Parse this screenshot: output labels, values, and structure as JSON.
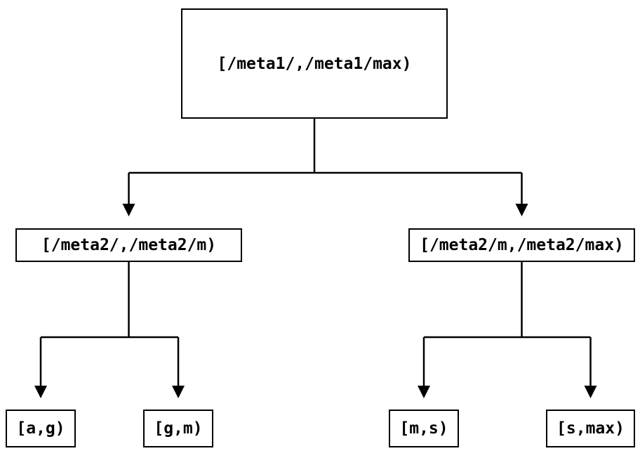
{
  "colors": {
    "background": "#ffffff",
    "line": "#000000",
    "text": "#000000"
  },
  "tree": {
    "type": "range-partition-tree",
    "root": {
      "label": "[/meta1/,/meta1/max)"
    },
    "level2": {
      "left": {
        "label": "[/meta2/,/meta2/m)"
      },
      "right": {
        "label": "[/meta2/m,/meta2/max)"
      }
    },
    "leaves": {
      "ag": {
        "label": "[a,g)"
      },
      "gm": {
        "label": "[g,m)"
      },
      "ms": {
        "label": "[m,s)"
      },
      "smax": {
        "label": "[s,max)"
      }
    }
  }
}
